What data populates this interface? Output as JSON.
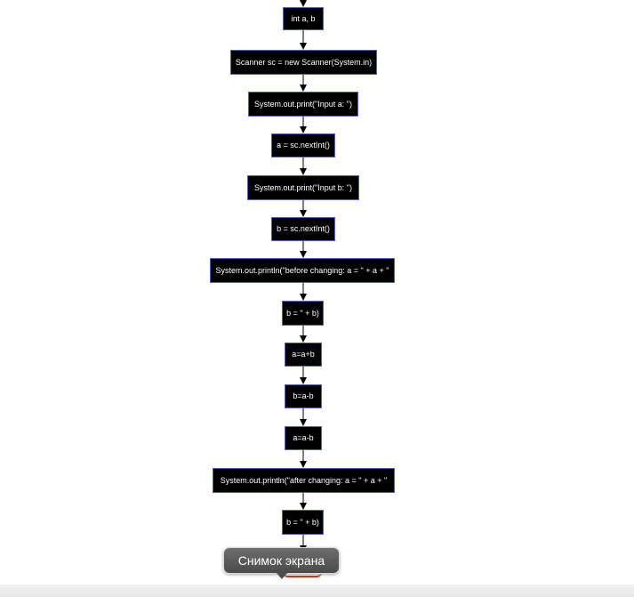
{
  "flowchart": {
    "nodes": [
      {
        "id": "n1",
        "label": "int a, b"
      },
      {
        "id": "n2",
        "label": "Scanner sc = new Scanner(System.in)"
      },
      {
        "id": "n3",
        "label": "System.out.print(\"Input a: \")"
      },
      {
        "id": "n4",
        "label": "a = sc.nextInt()"
      },
      {
        "id": "n5",
        "label": "System.out.print(\"Input b: \")"
      },
      {
        "id": "n6",
        "label": "b = sc.nextInt()"
      },
      {
        "id": "n7",
        "label": "System.out.println(\"before changing: a = \" + a + \""
      },
      {
        "id": "n8",
        "label": "b = \" + b)"
      },
      {
        "id": "n9",
        "label": "a=a+b"
      },
      {
        "id": "n10",
        "label": "b=a-b"
      },
      {
        "id": "n11",
        "label": "a=a-b"
      },
      {
        "id": "n12",
        "label": "System.out.println(\"after changing: a = \" + a + \""
      },
      {
        "id": "n13",
        "label": "b = \" + b)"
      }
    ],
    "edges": [
      {
        "from": "n1",
        "to": "n2"
      },
      {
        "from": "n2",
        "to": "n3"
      },
      {
        "from": "n3",
        "to": "n4"
      },
      {
        "from": "n4",
        "to": "n5"
      },
      {
        "from": "n5",
        "to": "n6"
      },
      {
        "from": "n6",
        "to": "n7"
      },
      {
        "from": "n7",
        "to": "n8"
      },
      {
        "from": "n8",
        "to": "n9"
      },
      {
        "from": "n9",
        "to": "n10"
      },
      {
        "from": "n10",
        "to": "n11"
      },
      {
        "from": "n11",
        "to": "n12"
      },
      {
        "from": "n12",
        "to": "n13"
      }
    ]
  },
  "tooltip": {
    "text": "Снимок экрана"
  }
}
